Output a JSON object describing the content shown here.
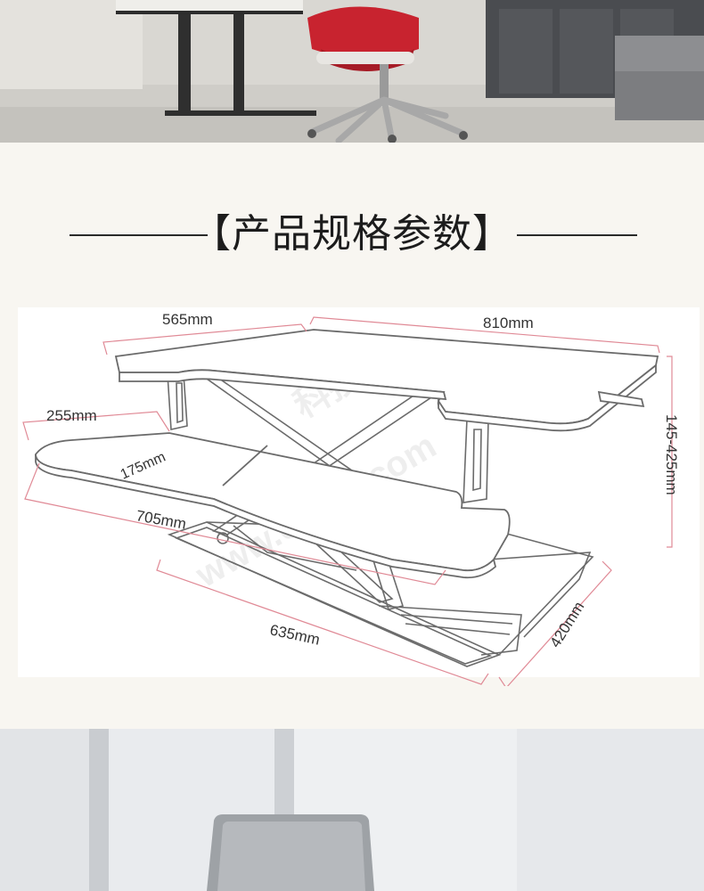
{
  "section": {
    "title": "【产品规格参数】"
  },
  "dimensions": {
    "top_left_width": "565mm",
    "top_right_width": "810mm",
    "keyboard_depth": "255mm",
    "keyboard_curve": "175mm",
    "keyboard_width": "705mm",
    "base_width": "635mm",
    "base_depth": "420mm",
    "height_range": "145-425mm"
  },
  "watermark": {
    "cn": "科技",
    "domain": "www.colpu.com"
  },
  "colors": {
    "dimension_line": "#e08a96",
    "outline": "#6b6b6b",
    "chair_red": "#c8232f"
  }
}
